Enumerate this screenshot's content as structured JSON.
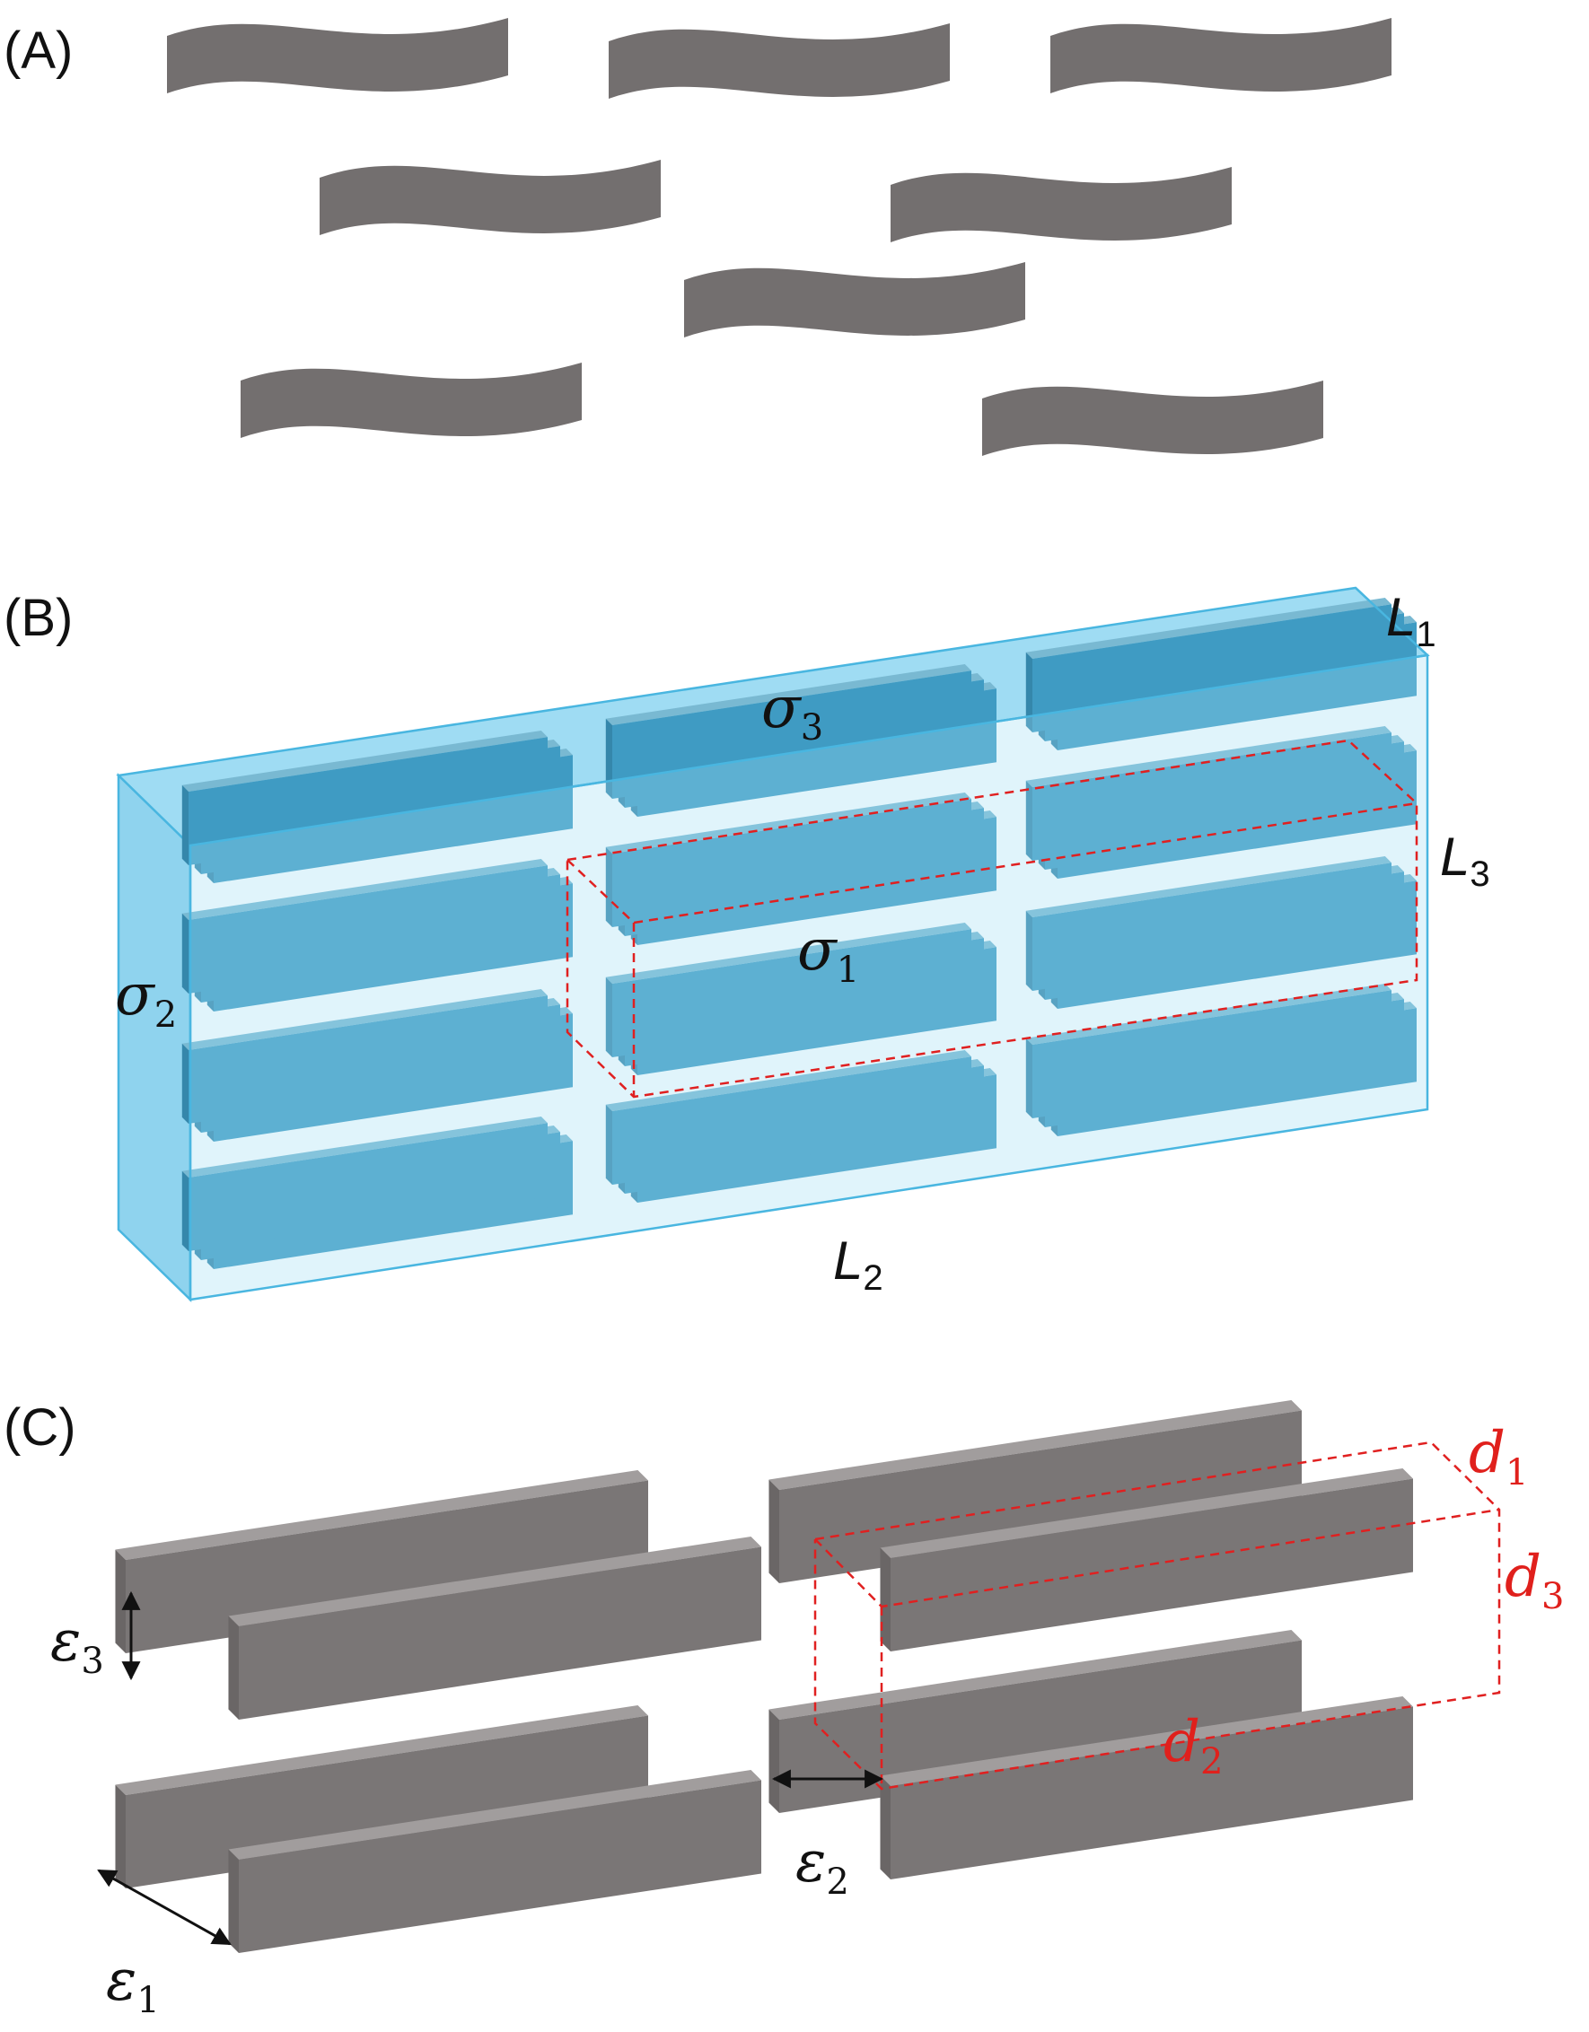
{
  "panels": {
    "a": {
      "label": "(A)"
    },
    "b": {
      "label": "(B)",
      "L1": {
        "base": "L",
        "sub": "1"
      },
      "L2": {
        "base": "L",
        "sub": "2"
      },
      "L3": {
        "base": "L",
        "sub": "3"
      },
      "sigma1": {
        "base": "σ",
        "sub": "1"
      },
      "sigma2": {
        "base": "σ",
        "sub": "2"
      },
      "sigma3": {
        "base": "σ",
        "sub": "3"
      }
    },
    "c": {
      "label": "(C)",
      "d1": {
        "base": "d",
        "sub": "1"
      },
      "d2": {
        "base": "d",
        "sub": "2"
      },
      "d3": {
        "base": "d",
        "sub": "3"
      },
      "eps1": {
        "base": "ε",
        "sub": "1"
      },
      "eps2": {
        "base": "ε",
        "sub": "2"
      },
      "eps3": {
        "base": "ε",
        "sub": "3"
      }
    }
  },
  "colors": {
    "flake": "#736f6f",
    "rod_front": "#7a7676",
    "rod_top": "#a19d9d",
    "matrix_fill": "#9fdcf3",
    "matrix_edge": "#49b6e0",
    "stack_front": "#3f9bc3",
    "stack_top": "#79b9d2",
    "dash": "#e02020"
  }
}
